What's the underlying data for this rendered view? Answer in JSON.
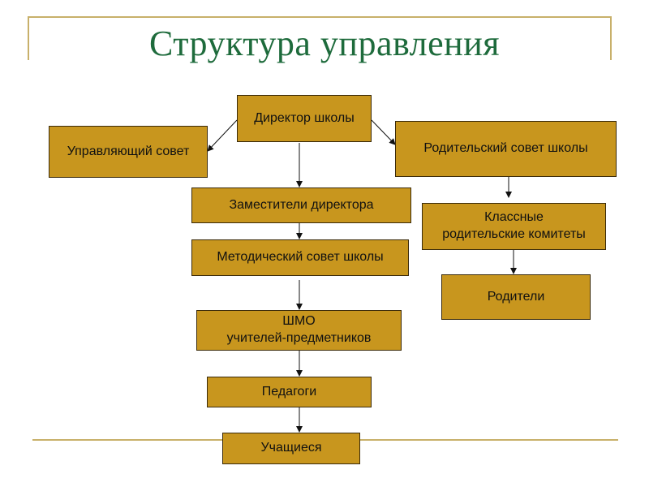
{
  "slide": {
    "title": "Структура управления",
    "colors": {
      "title": "#1e6b3c",
      "box_fill": "#c8961e",
      "box_border": "#3a2a0a",
      "decor_line": "#c8b06a"
    }
  },
  "nodes": {
    "director": "Директор школы",
    "governing_council": "Управляющий совет",
    "parent_council": "Родительский совет школы",
    "deputies": "Заместители директора",
    "methodical_council": "Методический совет школы",
    "class_committees": "Классные\nродительские комитеты",
    "parents": "Родители",
    "shmo": "ШМО\nучителей-предметников",
    "teachers": "Педагоги",
    "students": "Учащиеся"
  },
  "edges": [
    [
      "director",
      "governing_council"
    ],
    [
      "director",
      "parent_council"
    ],
    [
      "director",
      "deputies"
    ],
    [
      "deputies",
      "methodical_council"
    ],
    [
      "parent_council",
      "class_committees"
    ],
    [
      "class_committees",
      "parents"
    ],
    [
      "methodical_council",
      "shmo"
    ],
    [
      "shmo",
      "teachers"
    ],
    [
      "teachers",
      "students"
    ]
  ]
}
